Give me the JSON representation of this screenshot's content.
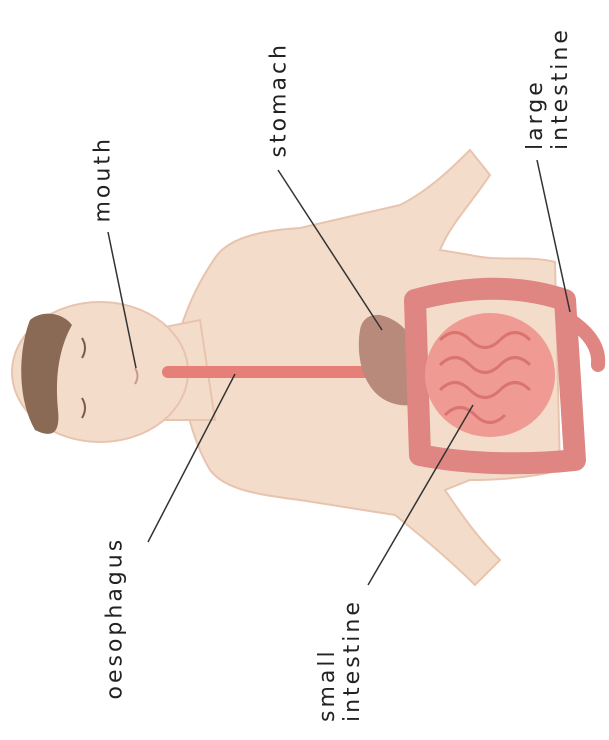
{
  "labels": {
    "mouth": "mouth",
    "stomach": "stomach",
    "large_intestine_line1": "large",
    "large_intestine_line2": "intestine",
    "oesophagus": "oesophagus",
    "small_intestine_line1": "small",
    "small_intestine_line2": "intestine"
  },
  "colors": {
    "skin": "#f4dccb",
    "skin_outline": "#e8c4ae",
    "hair": "#8a6a55",
    "oesophagus": "#e57f78",
    "stomach": "#b88a7c",
    "small_intestine": "#ef9b94",
    "large_intestine": "#df8582",
    "leader_line": "#333333"
  }
}
